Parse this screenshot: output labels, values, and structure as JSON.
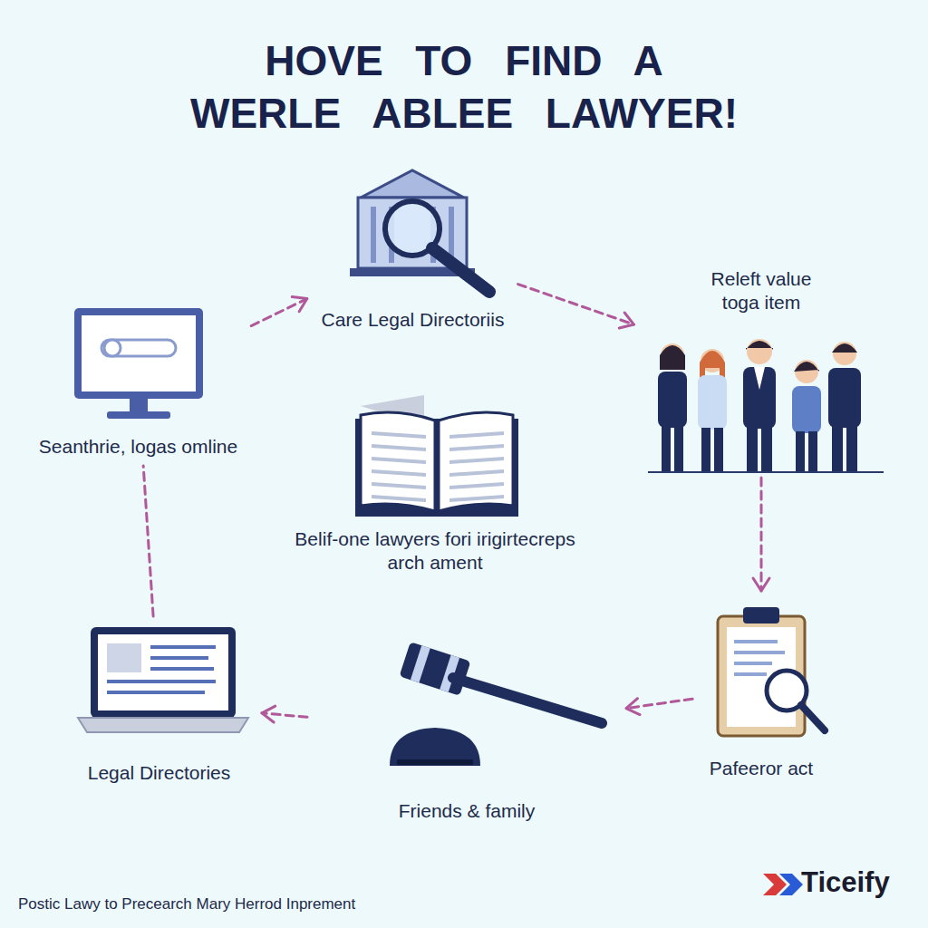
{
  "diagram": {
    "title": "HOVE TO FIND A WERLE ABLEE LAWYER!",
    "caption": "Postic Lawy to Precearch Mary Herrod Inprement",
    "nodes": [
      {
        "text": [
          "Care Legal Directoriis"
        ]
      },
      {
        "text": [
          "Releft value toga item"
        ]
      },
      {
        "text": [
          "Seanthrie, logas omline"
        ]
      },
      {
        "text": [
          "Belif-one lawyers fori irigirtecreps arch ament"
        ]
      },
      {
        "text": [
          "Pafeeror act"
        ]
      },
      {
        "text": [
          "Legal Directories"
        ]
      },
      {
        "text": [
          "Friends & family"
        ]
      }
    ],
    "edges": [
      {
        "from": 2,
        "to": 0,
        "arrow": "to"
      },
      {
        "from": 0,
        "to": 1,
        "arrow": "to"
      },
      {
        "from": 1,
        "to": 4,
        "arrow": "to"
      },
      {
        "from": 4,
        "to": 6,
        "arrow": "to"
      },
      {
        "from": 6,
        "to": 5,
        "arrow": "to"
      },
      {
        "from": 5,
        "to": 2,
        "arrow": "none"
      }
    ],
    "labels": [
      "Ticeify"
    ]
  }
}
